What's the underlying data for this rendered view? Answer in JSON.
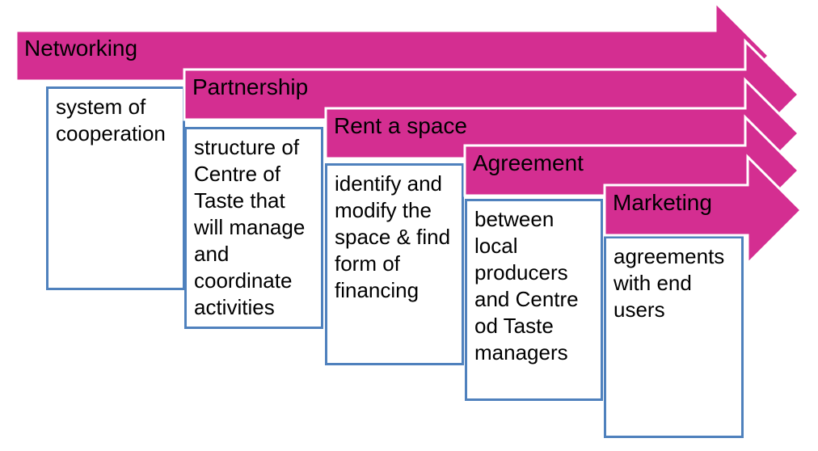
{
  "diagram": {
    "type": "staircase-process-arrows",
    "background_color": "#FFFFFF",
    "arrow_color": "#D42E91",
    "arrow_outline_color": "#FFFFFF",
    "box_border_color": "#4F81BD",
    "box_fill_color": "#FFFFFF",
    "text_color": "#000000",
    "steps": [
      {
        "label": "Networking",
        "description": "system of\ncooperation"
      },
      {
        "label": "Partnership",
        "description": "structure of\nCentre of\nTaste that\nwill manage\nand\ncoordinate\nactivities"
      },
      {
        "label": "Rent a space",
        "description": "identify and\nmodify the\nspace & find\nform of\nfinancing"
      },
      {
        "label": "Agreement",
        "description": "between\nlocal\nproducers\nand Centre\nod Taste\nmanagers"
      },
      {
        "label": "Marketing",
        "description": "agreements\nwith end\nusers"
      }
    ]
  }
}
